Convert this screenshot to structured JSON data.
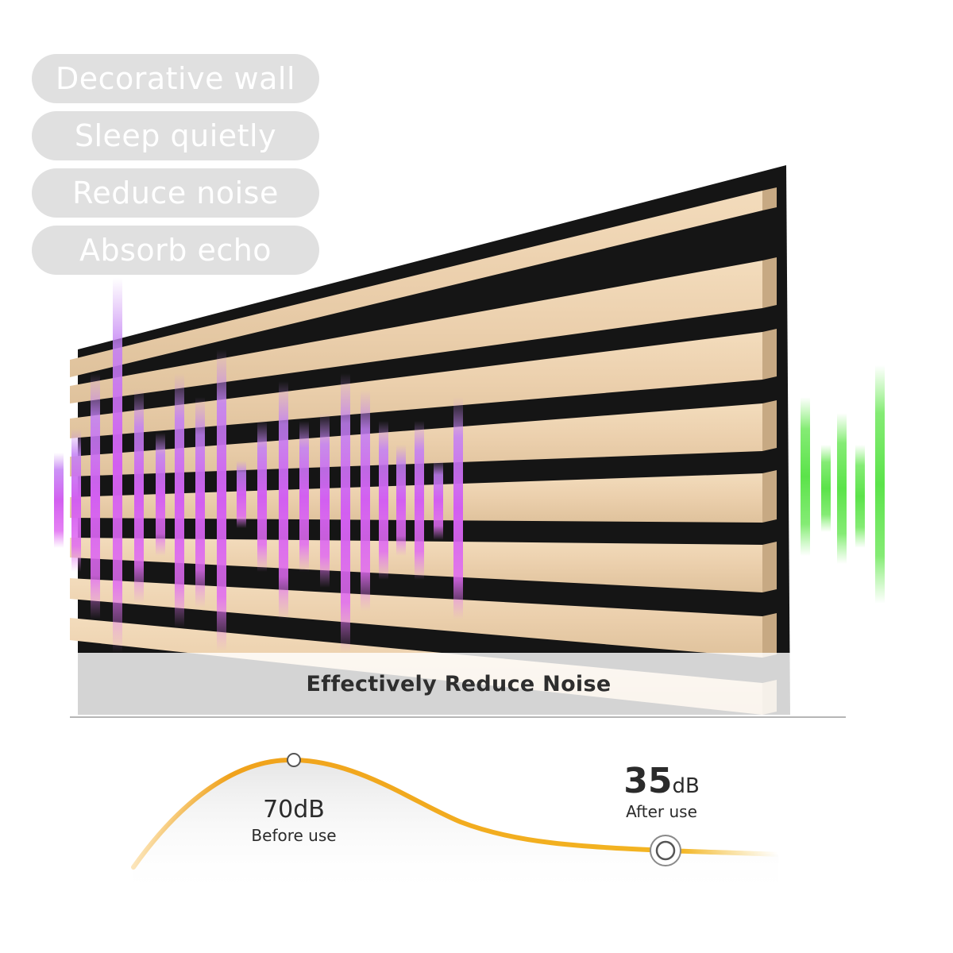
{
  "features": [
    "Decorative wall",
    "Sleep quietly",
    "Reduce noise",
    "Absorb echo"
  ],
  "headline": "Effectively Reduce Noise",
  "before": {
    "value": "70dB",
    "label": "Before use"
  },
  "after": {
    "number": "35",
    "unit": "dB",
    "label": "After use"
  },
  "colors": {
    "slat_wood": "#ecd0ad",
    "slat_groove": "#141414",
    "sound_in": "#d56bf2",
    "sound_out": "#6ee85b",
    "curve": "#f0a21c"
  }
}
